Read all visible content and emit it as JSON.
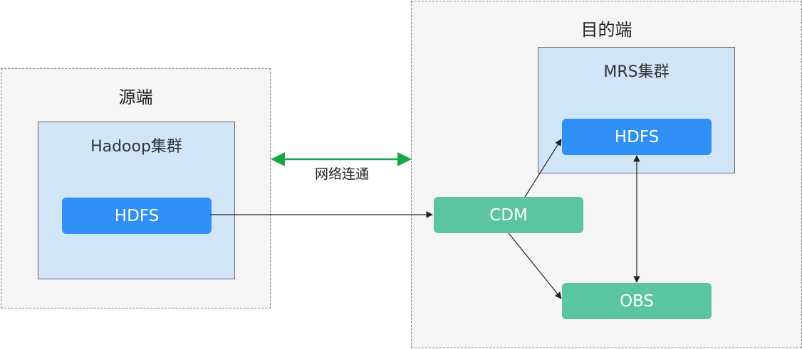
{
  "source": {
    "title": "源端",
    "cluster": {
      "title": "Hadoop集群",
      "node": "HDFS"
    }
  },
  "destination": {
    "title": "目的端",
    "cluster": {
      "title": "MRS集群",
      "node": "HDFS"
    },
    "cdm": "CDM",
    "obs": "OBS"
  },
  "network": {
    "label": "网络连通",
    "color": "#1aa44a"
  },
  "colors": {
    "zone_bg": "#f5f5f5",
    "cluster_bg": "#d1e5f8",
    "node_blue": "#2f8ff5",
    "node_green": "#5bc4a1"
  }
}
